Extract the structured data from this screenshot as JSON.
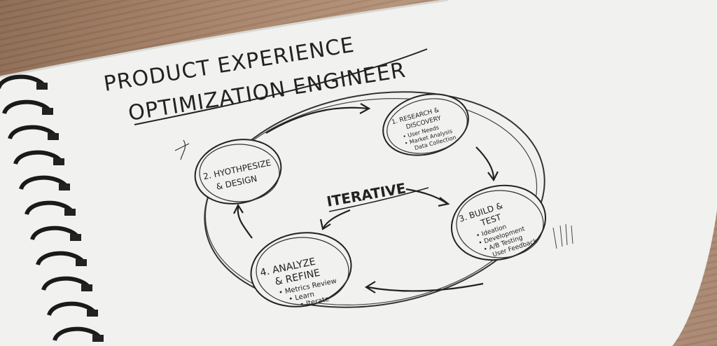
{
  "title": {
    "line1": "PRODUCT EXPERIENCE",
    "line2": "OPTIMIZATION ENGINEER"
  },
  "center_label": "ITERATIVE",
  "stages": [
    {
      "heading1": "1. RESEARCH &",
      "heading2": "DISCOVERY",
      "bullets": [
        "• User Needs",
        "• Market Analysis",
        "Data Collection"
      ]
    },
    {
      "heading1": "2. HYOTHPESIZE",
      "heading2": "& DESIGN",
      "bullets": []
    },
    {
      "heading1": "3. BUILD &",
      "heading2": "TEST",
      "bullets": [
        "• Ideation",
        "• Development",
        "• A/B Testing",
        "User Feedback"
      ]
    },
    {
      "heading1": "4. ANALYZE",
      "heading2": "& REFINE",
      "bullets": [
        "• Metrics Review",
        "• Learn",
        "• Iterate"
      ]
    }
  ],
  "colors": {
    "paper": "#f2f2f0",
    "ink": "#222222",
    "wood": "#a7836a",
    "spiral": "#1a1a1a"
  }
}
